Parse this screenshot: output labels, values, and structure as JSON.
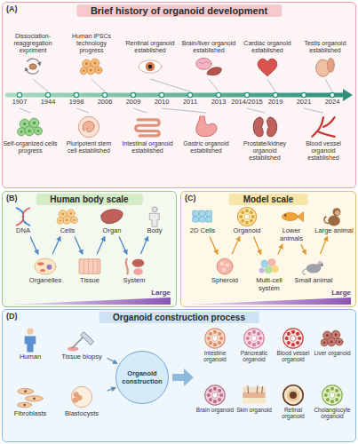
{
  "diagram": {
    "nodes": [
      {
        "text": [
          "(A)",
          "Brief history of organoid development"
        ]
      },
      {
        "text": [
          "Self-organized cells progress"
        ],
        "in": 0
      },
      {
        "text": [
          "Dissociation-reaggregation expriment"
        ],
        "in": 0
      },
      {
        "text": [
          "Pluripotent stem cell established"
        ],
        "in": 0
      },
      {
        "text": [
          "Human iPSCs technology progress"
        ],
        "in": 0
      },
      {
        "text": [
          "Intestinal organoid established"
        ],
        "in": 0
      },
      {
        "text": [
          "Gastric organoid established"
        ],
        "in": 0
      },
      {
        "text": [
          "Rentinal organoid established"
        ],
        "in": 0
      },
      {
        "text": [
          "Brain/liver organoid established"
        ],
        "in": 0
      },
      {
        "text": [
          "Prostate/kidney organoid established"
        ],
        "in": 0
      },
      {
        "text": [
          "Cardiac organoid established"
        ],
        "in": 0
      },
      {
        "text": [
          "Blood vessel organoid established"
        ],
        "in": 0
      },
      {
        "text": [
          "Testis organoid established"
        ],
        "in": 0
      },
      {
        "text": [
          "(B)",
          "Human body scale"
        ]
      },
      {
        "text": [
          "DNA"
        ],
        "in": 13
      },
      {
        "text": [
          "Cells"
        ],
        "in": 13
      },
      {
        "text": [
          "Organ"
        ],
        "in": 13
      },
      {
        "text": [
          "Body"
        ],
        "in": 13
      },
      {
        "text": [
          "Organelles"
        ],
        "in": 13
      },
      {
        "text": [
          "Tissue"
        ],
        "in": 13
      },
      {
        "text": [
          "System"
        ],
        "in": 13
      },
      {
        "text": [
          "(C)",
          "Model scale"
        ]
      },
      {
        "text": [
          "2D Cells"
        ],
        "in": 21
      },
      {
        "text": [
          "Organoid"
        ],
        "in": 21
      },
      {
        "text": [
          "Lower animals"
        ],
        "in": 21
      },
      {
        "text": [
          "Large animal"
        ],
        "in": 21
      },
      {
        "text": [
          "Spheroid"
        ],
        "in": 21
      },
      {
        "text": [
          "Multi-cell system"
        ],
        "in": 21
      },
      {
        "text": [
          "Small animal"
        ],
        "in": 21
      },
      {
        "text": [
          "(D)",
          "Organoid construction process"
        ]
      },
      {
        "text": [
          "Human"
        ],
        "in": 29
      },
      {
        "text": [
          "Tissue biopsy"
        ],
        "in": 29
      },
      {
        "text": [
          "Fibroblasts"
        ],
        "in": 29
      },
      {
        "text": [
          "Blastocysts"
        ],
        "in": 29
      },
      {
        "text": [
          "Organoid construction"
        ],
        "in": 29
      },
      {
        "text": [
          "Intestine organoid"
        ],
        "in": 29
      },
      {
        "text": [
          "Pancreatic organoid"
        ],
        "in": 29
      },
      {
        "text": [
          "Blood vessel organoid"
        ],
        "in": 29
      },
      {
        "text": [
          "Liver organoid"
        ],
        "in": 29
      },
      {
        "text": [
          "Brain organoid"
        ],
        "in": 29
      },
      {
        "text": [
          "Skin organoid"
        ],
        "in": 29
      },
      {
        "text": [
          "Retinal organoid"
        ],
        "in": 29
      },
      {
        "text": [
          "Cholangiocyte organoid"
        ],
        "in": 29
      }
    ],
    "edges": [
      {
        "from": 14,
        "to": 18,
        "arrow": "to"
      },
      {
        "from": 18,
        "to": 15,
        "arrow": "to"
      },
      {
        "from": 15,
        "to": 19,
        "arrow": "to"
      },
      {
        "from": 19,
        "to": 16,
        "arrow": "to"
      },
      {
        "from": 16,
        "to": 20,
        "arrow": "to"
      },
      {
        "from": 20,
        "to": 17,
        "arrow": "to"
      },
      {
        "from": 22,
        "to": 26,
        "arrow": "to"
      },
      {
        "from": 26,
        "to": 23,
        "arrow": "to"
      },
      {
        "from": 23,
        "to": 27,
        "arrow": "to"
      },
      {
        "from": 27,
        "to": 24,
        "arrow": "to"
      },
      {
        "from": 24,
        "to": 28,
        "arrow": "to"
      },
      {
        "from": 28,
        "to": 25,
        "arrow": "to"
      },
      {
        "from": 31,
        "to": 34,
        "arrow": "to"
      },
      {
        "from": 33,
        "to": 34,
        "arrow": "to"
      }
    ],
    "labels": [
      "1907",
      "1944",
      "1998",
      "2006",
      "2009",
      "2010",
      "2011",
      "2013",
      "2014/2015",
      "2019",
      "2021",
      "2024",
      "Large",
      "Large"
    ]
  }
}
